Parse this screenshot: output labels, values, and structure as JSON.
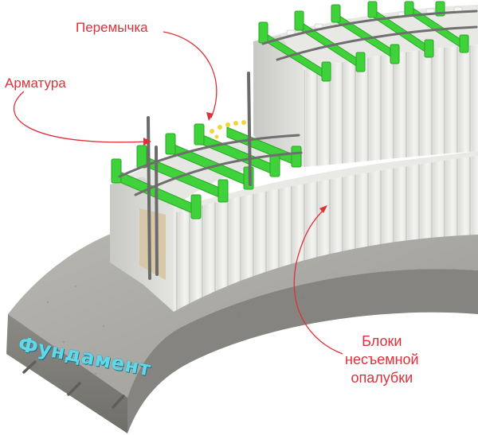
{
  "labels": {
    "peremychka": "Перемычка",
    "armatura": "Арматура",
    "bloki_line1": "Блоки",
    "bloki_line2": "несъемной",
    "bloki_line3": "опалубки",
    "fundament": "Фундамент"
  },
  "colors": {
    "annotation": "#e0303a",
    "tie_green": "#3fd23a",
    "block_white": "#f1f1ef",
    "concrete": "#9a9a94",
    "rebar": "#6f6f6f",
    "fundament_text": "#63d6e8"
  },
  "icons": [
    "rebar-icon",
    "bridge-tie-icon",
    "formwork-block-icon",
    "foundation-icon"
  ]
}
